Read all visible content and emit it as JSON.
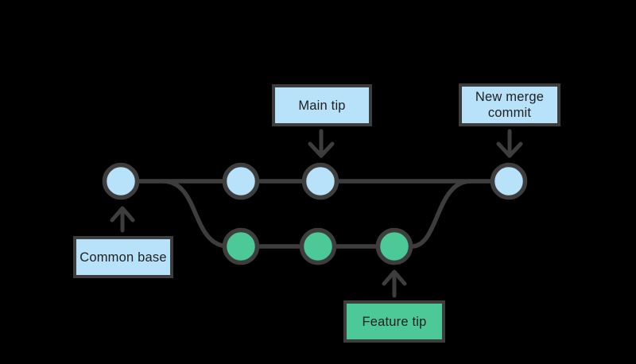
{
  "diagram": {
    "type": "git-branch-and-merge",
    "background_color": "#000000",
    "palette": {
      "main_branch_fill": "#b8e2fa",
      "feature_branch_fill": "#4cc996",
      "outline": "#3d3d3d",
      "label_text": "#1f1f1f"
    },
    "branches": [
      {
        "name": "main-branch-line",
        "fill": "#b8e2fa",
        "commit_count": 4
      },
      {
        "name": "feature-branch-line",
        "fill": "#4cc996",
        "commit_count": 3
      }
    ],
    "callouts": {
      "main_tip": {
        "label": "Main tip",
        "arrow_direction": "down",
        "target": "main-commit-3",
        "fill": "#b8e2fa"
      },
      "new_merge_commit": {
        "label": "New merge commit",
        "arrow_direction": "down",
        "target": "main-commit-4",
        "fill": "#b8e2fa"
      },
      "common_base": {
        "label": "Common base",
        "arrow_direction": "up",
        "target": "main-commit-1",
        "fill": "#b8e2fa"
      },
      "feature_tip": {
        "label": "Feature tip",
        "arrow_direction": "up",
        "target": "feature-commit-3",
        "fill": "#4cc996"
      }
    }
  }
}
